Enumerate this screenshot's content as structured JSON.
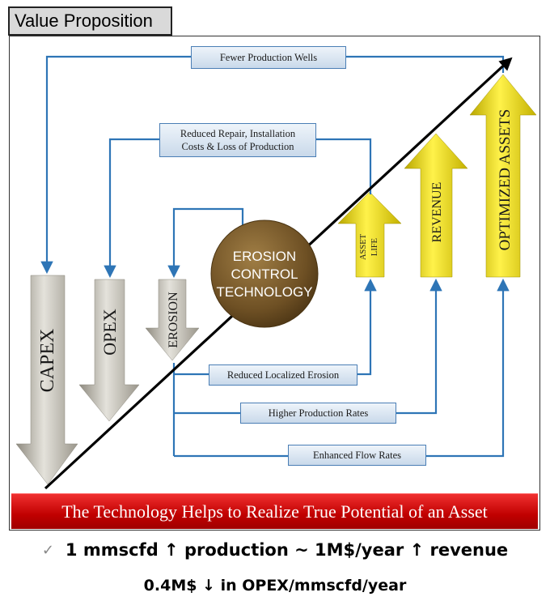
{
  "title": "Value Proposition",
  "labels": {
    "fewer_wells": "Fewer Production Wells",
    "reduced_repair_line1": "Reduced Repair, Installation",
    "reduced_repair_line2": "Costs & Loss of Production",
    "reduced_erosion": "Reduced Localized Erosion",
    "higher_rates": "Higher Production Rates",
    "enhanced_flow": "Enhanced Flow Rates"
  },
  "down_arrows": {
    "capex": "CAPEX",
    "opex": "OPEX",
    "erosion": "EROSION"
  },
  "up_arrows": {
    "asset_life_line1": "ASSET",
    "asset_life_line2": "LIFE",
    "revenue": "REVENUE",
    "optimized": "OPTIMIZED ASSETS"
  },
  "center": {
    "line1": "EROSION",
    "line2": "CONTROL",
    "line3": "TECHNOLOGY"
  },
  "banner": "The Technology Helps to Realize True Potential of an Asset",
  "bottom": {
    "check": "✓",
    "line1": "1 mmscfd ↑ production ~ 1M$/year ↑ revenue",
    "line2": "0.4M$ ↓ in OPEX/mmscfd/year"
  },
  "colors": {
    "connector": "#2e75b6",
    "down_arrow": "#bdbab0",
    "up_arrow": "#e8d400",
    "circle": "#7a5c2c",
    "banner": "#d40000"
  }
}
